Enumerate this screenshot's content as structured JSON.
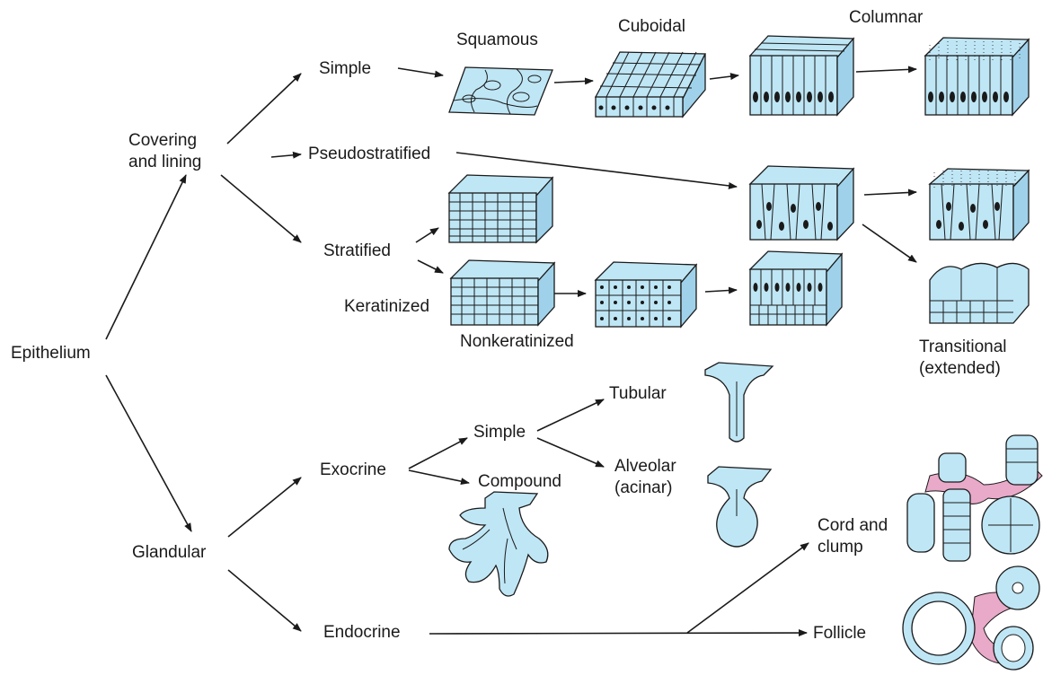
{
  "labels": {
    "epithelium": "Epithelium",
    "covering_lining": "Covering and lining",
    "glandular": "Glandular",
    "simple": "Simple",
    "pseudostratified": "Pseudostratified",
    "stratified": "Stratified",
    "keratinized": "Keratinized",
    "nonkeratinized": "Nonkeratinized",
    "squamous": "Squamous",
    "cuboidal": "Cuboidal",
    "columnar": "Columnar",
    "transitional": "Transitional (extended)",
    "exocrine": "Exocrine",
    "endocrine": "Endocrine",
    "simple_gland": "Simple",
    "compound": "Compound",
    "tubular": "Tubular",
    "alveolar": "Alveolar (acinar)",
    "cord_clump": "Cord and clump",
    "follicle": "Follicle"
  },
  "colors": {
    "cell_fill": "#bfe6f5",
    "cell_dark": "#9fd2ea",
    "connective": "#e9a9c8",
    "ink": "#1a1a1a"
  }
}
